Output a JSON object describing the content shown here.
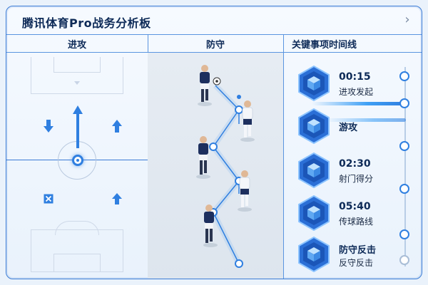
{
  "header": {
    "title": "腾讯体育Pro战务分析板"
  },
  "columns": {
    "attack": {
      "label": "进攻"
    },
    "defense": {
      "label": "防守"
    },
    "timeline": {
      "label": "关键事项时间线"
    }
  },
  "timeline": {
    "items": [
      {
        "time": "00:15",
        "label": "进攻发起"
      },
      {
        "time": "",
        "label": "游攻"
      },
      {
        "time": "02:30",
        "label": "射门得分"
      },
      {
        "time": "05:40",
        "label": "传球路线"
      },
      {
        "time": "防守反击",
        "label": "反守反击"
      }
    ]
  },
  "colors": {
    "accent": "#2f7fe0",
    "border": "#5a95e0",
    "title": "#0d2a57"
  },
  "icons": [
    "chevron-right-icon",
    "arrow-up-icon",
    "arrow-down-icon",
    "target-icon",
    "close-box-icon",
    "hexagon-cube-icon",
    "soccer-ball-icon"
  ]
}
